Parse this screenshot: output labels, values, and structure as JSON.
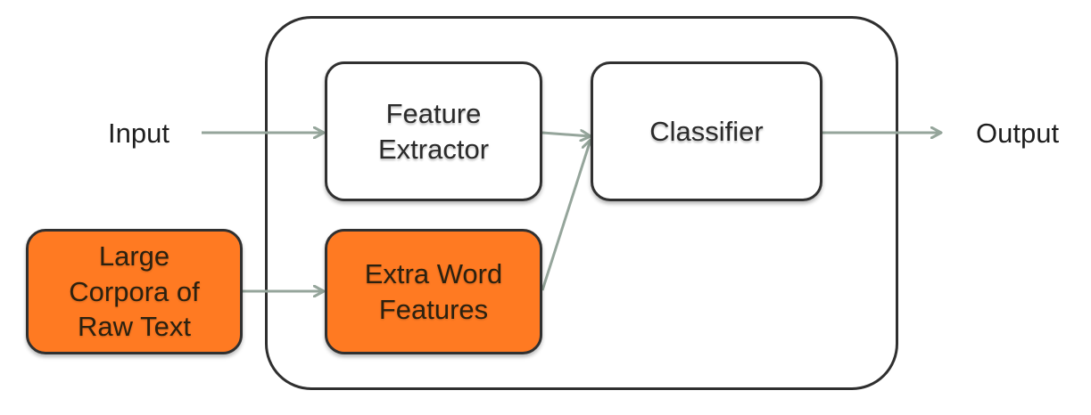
{
  "diagram": {
    "nodes": {
      "feature_extractor": "Feature\nExtractor",
      "classifier": "Classifier",
      "extra_word_features": "Extra Word\nFeatures",
      "large_corpora": "Large\nCorpora of\nRaw Text"
    },
    "labels": {
      "input": "Input",
      "output": "Output"
    },
    "colors": {
      "node_border": "#303030",
      "highlight_fill": "#ff7a22",
      "arrow": "#95a59b"
    }
  }
}
